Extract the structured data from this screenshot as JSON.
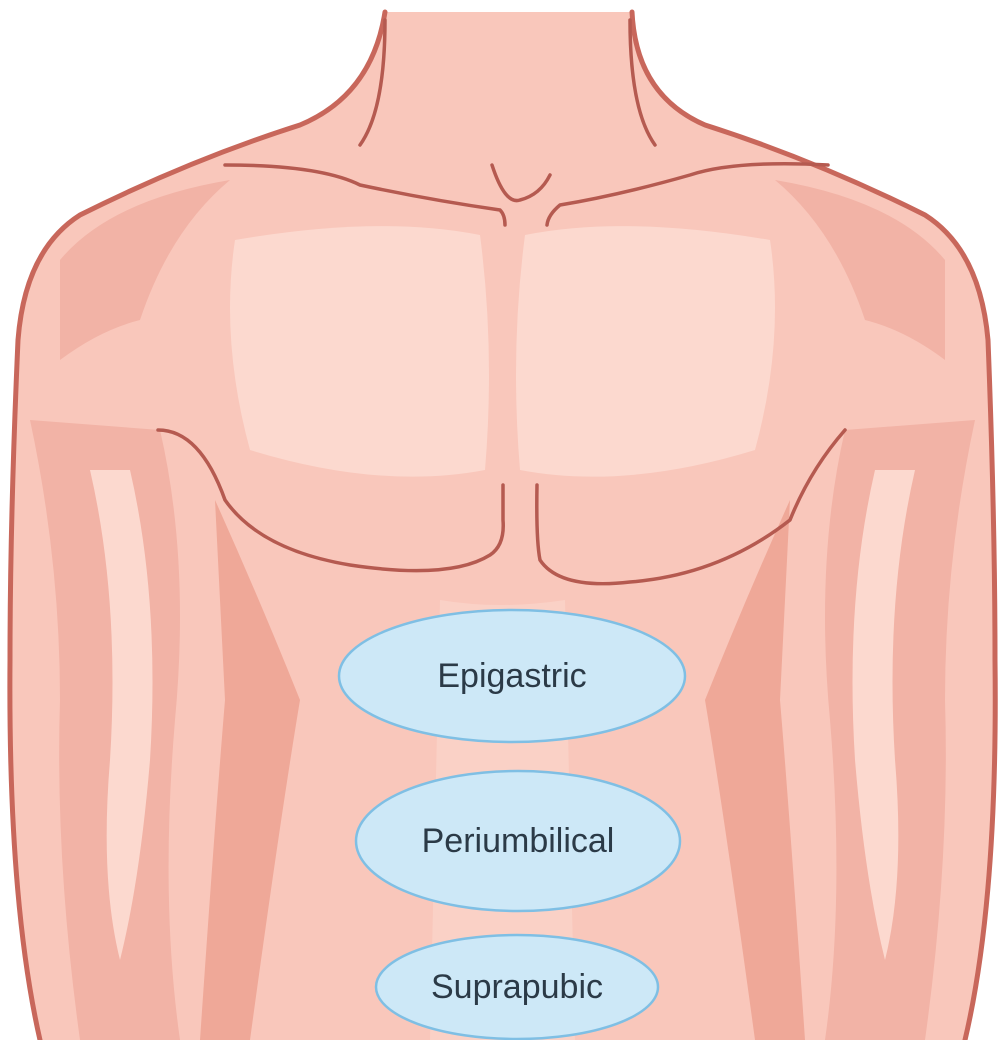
{
  "colors": {
    "skin": "#f9c7bb",
    "skin_shadow": "#f2b3a6",
    "outline": "#c8675b",
    "region_fill": "#cde8f7",
    "region_stroke": "#7fbfe4",
    "label_text": "#2b3a47"
  },
  "regions": [
    {
      "id": "epigastric",
      "label": "Epigastric"
    },
    {
      "id": "periumbilical",
      "label": "Periumbilical"
    },
    {
      "id": "suprapubic",
      "label": "Suprapubic"
    }
  ]
}
